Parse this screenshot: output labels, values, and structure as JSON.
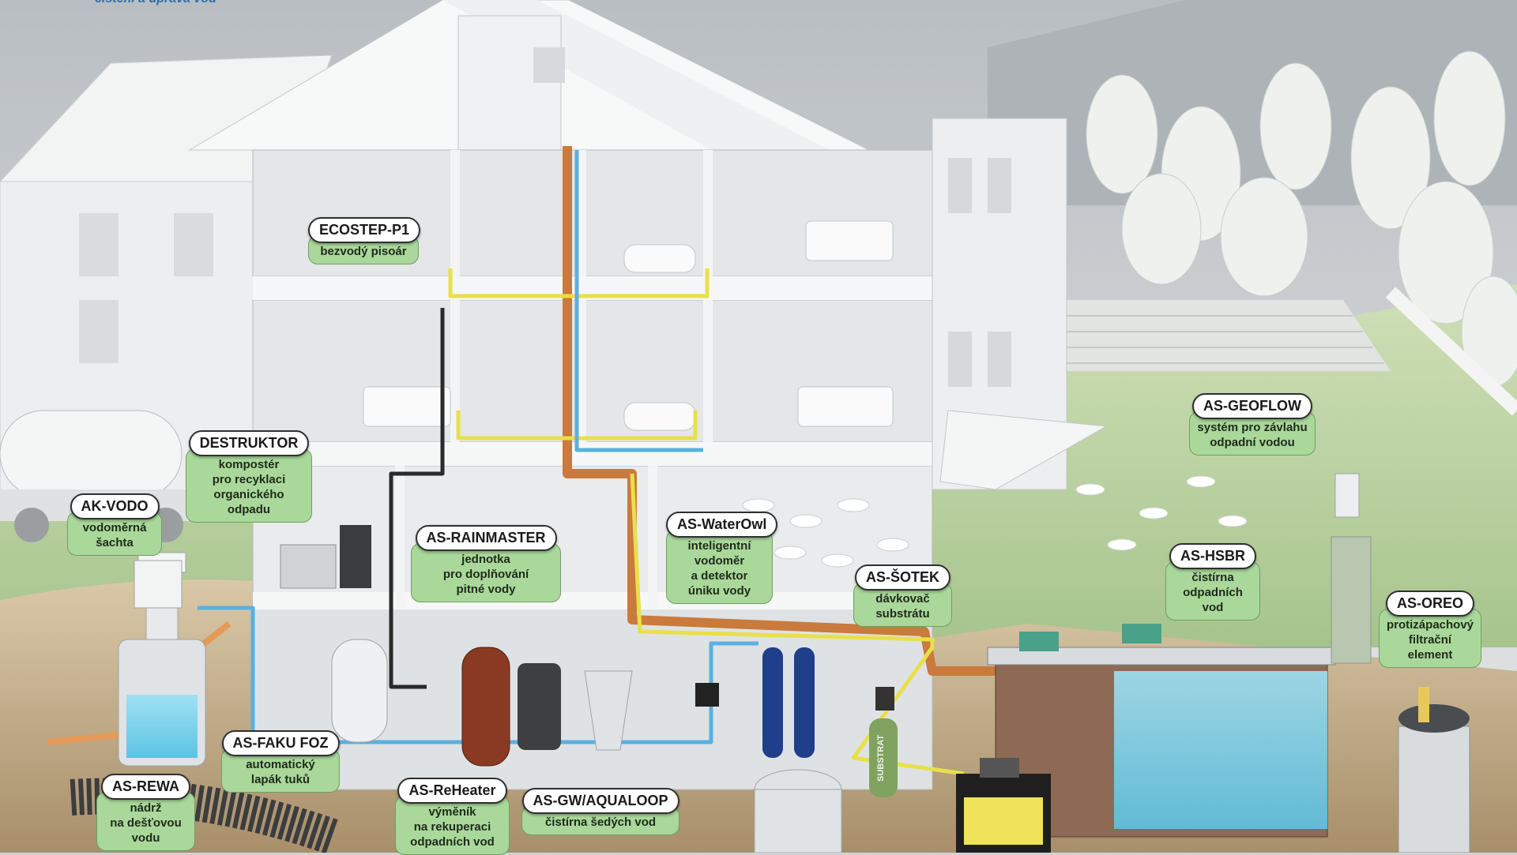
{
  "header": {
    "tagline": "čištění a úprava vod"
  },
  "callouts": [
    {
      "id": "ecostep",
      "title": "ECOSTEP-P1",
      "desc": "bezvodý pisoár"
    },
    {
      "id": "destruktor",
      "title": "DESTRUKTOR",
      "desc": "kompostér\npro recyklaci\norganického\nodpadu"
    },
    {
      "id": "akvodo",
      "title": "AK-VODO",
      "desc": "vodoměrná\nšachta"
    },
    {
      "id": "rainmaster",
      "title": "AS-RAINMASTER",
      "desc": "jednotka\npro doplňování\npitné vody"
    },
    {
      "id": "waterowl",
      "title": "AS-WaterOwl",
      "desc": "inteligentní\nvodoměr\na detektor\núniku vody"
    },
    {
      "id": "sotek",
      "title": "AS-ŠOTEK",
      "desc": "dávkovač\nsubstrátu"
    },
    {
      "id": "hsbr",
      "title": "AS-HSBR",
      "desc": "čistírna\nodpadních\nvod"
    },
    {
      "id": "geoflow",
      "title": "AS-GEOFLOW",
      "desc": "systém pro závlahu\nodpadní vodou"
    },
    {
      "id": "oreo",
      "title": "AS-OREO",
      "desc": "protizápachový\nfiltrační\nelement"
    },
    {
      "id": "fakufoz",
      "title": "AS-FAKU FOZ",
      "desc": "automatický\nlapák tuků"
    },
    {
      "id": "rewa",
      "title": "AS-REWA",
      "desc": "nádrž\nna dešťovou\nvodu"
    },
    {
      "id": "reheater",
      "title": "AS-ReHeater",
      "desc": "výměník\nna rekuperaci\nodpadních vod"
    },
    {
      "id": "gwaqualoop",
      "title": "AS-GW/AQUALOOP",
      "desc": "čistírna šedých vod"
    }
  ],
  "colors": {
    "bubble_fill": "#a9d89a",
    "pipe_copper": "#c97a3c",
    "pipe_yellow": "#e8e04a",
    "pipe_blue": "#5ab0e0",
    "pipe_black": "#2a2a2a",
    "water": "#7fd2ec"
  },
  "scene": {
    "substrate_label": "SUBSTRAT"
  }
}
